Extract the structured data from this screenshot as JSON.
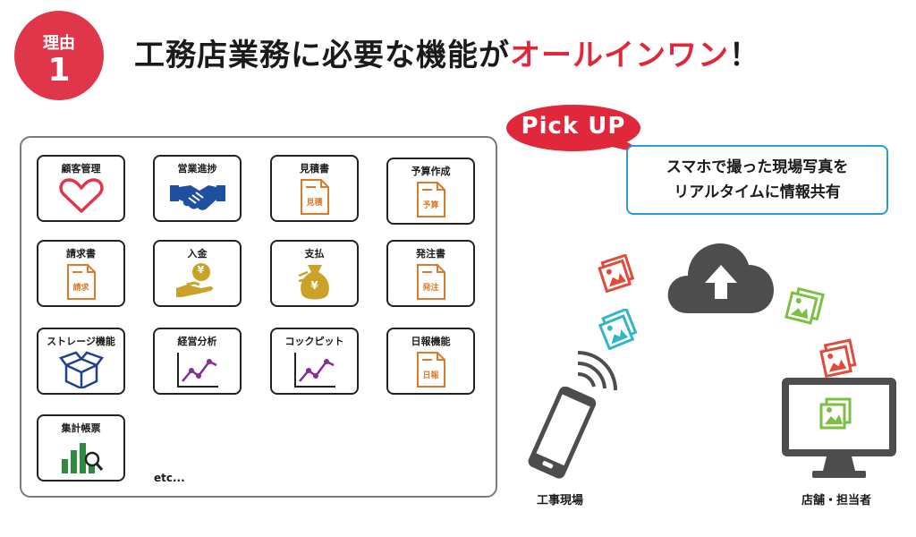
{
  "badge": {
    "top": "理由",
    "number": "1"
  },
  "headline": {
    "main": "工務店業務に必要な機能が",
    "accent": "オールインワン",
    "suffix": "！"
  },
  "features": [
    {
      "label": "顧客管理",
      "icon": "heart-icon"
    },
    {
      "label": "営業進捗",
      "icon": "handshake-icon"
    },
    {
      "label": "見積書",
      "icon": "document-icon",
      "doc_text": "見積"
    },
    {
      "label": "予算作成",
      "icon": "document-icon",
      "doc_text": "予算"
    },
    {
      "label": "請求書",
      "icon": "document-icon",
      "doc_text": "請求"
    },
    {
      "label": "入金",
      "icon": "coin-hand-icon",
      "coin": "¥"
    },
    {
      "label": "支払",
      "icon": "money-bag-icon",
      "coin": "¥"
    },
    {
      "label": "発注書",
      "icon": "document-icon",
      "doc_text": "発注"
    },
    {
      "label": "ストレージ機能",
      "icon": "box-icon"
    },
    {
      "label": "経営分析",
      "icon": "line-chart-icon"
    },
    {
      "label": "コックピット",
      "icon": "line-chart-icon"
    },
    {
      "label": "日報機能",
      "icon": "document-icon",
      "doc_text": "日報"
    },
    {
      "label": "集計帳票",
      "icon": "bar-chart-search-icon"
    }
  ],
  "etc": "etc...",
  "pickup": {
    "label": "Pick UP"
  },
  "feature_box": {
    "line1": "スマホで撮った現場写真を",
    "line2": "リアルタイムに情報共有"
  },
  "diagram": {
    "left_caption": "工事現場",
    "right_caption": "店舗・担当者"
  },
  "colors": {
    "accent_red": "#e0283a",
    "badge": "#e0364a",
    "blue_border": "#2b9ad6",
    "doc_orange": "#d97b2a",
    "heart_red": "#e0364a",
    "chart_purple": "#8a2a9a",
    "box_navy": "#1f3f8f",
    "coin_gold": "#c9a227",
    "bar_green": "#2e8b3d",
    "gray": "#555555"
  }
}
